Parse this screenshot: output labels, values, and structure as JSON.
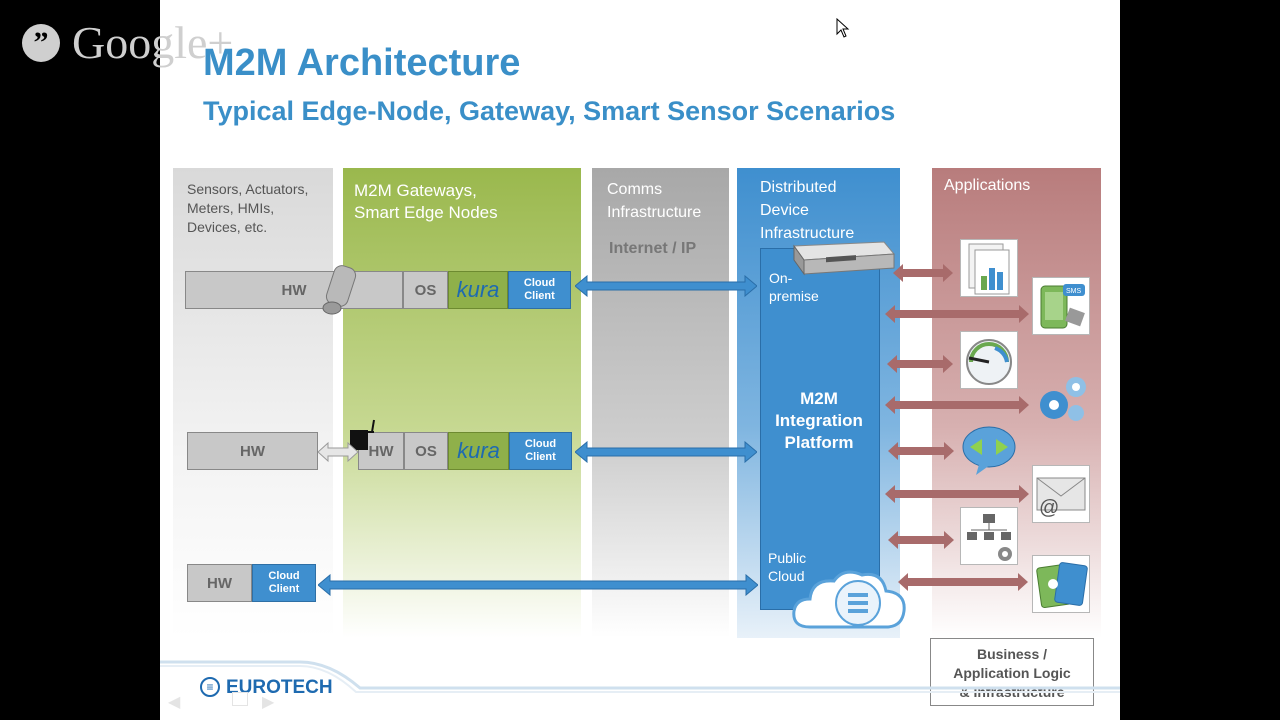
{
  "overlay": {
    "brand_text": "Google+",
    "hangout_glyph": "”"
  },
  "slide": {
    "title": "M2M Architecture",
    "subtitle": "Typical Edge-Node, Gateway, Smart Sensor Scenarios",
    "columns": [
      {
        "label": "Sensors, Actuators,\nMeters, HMIs,\nDevices, etc."
      },
      {
        "label": "M2M Gateways,\nSmart Edge Nodes"
      },
      {
        "label": "Comms\nInfrastructure",
        "sub": "Internet / IP"
      },
      {
        "label": "Distributed\nDevice\nInfrastructure"
      },
      {
        "label": "Applications"
      }
    ],
    "row1": {
      "hw": "HW",
      "os": "OS",
      "kura": "kura",
      "cc": "Cloud\nClient"
    },
    "row2": {
      "hw": "HW",
      "hw2": "HW",
      "os": "OS",
      "kura": "kura",
      "cc": "Cloud\nClient"
    },
    "row3": {
      "hw": "HW",
      "cc": "Cloud\nClient"
    },
    "platform": {
      "on_premise": "On-\npremise",
      "title": "M2M\nIntegration\nPlatform",
      "public_cloud": "Public\nCloud"
    },
    "business_box": "Business /\nApplication  Logic\n& Infrastructure",
    "logo": "EUROTECH",
    "colors": {
      "accent": "#3a8fc8",
      "green": "#9ab84d",
      "grey": "#a8a8a8",
      "blue": "#3f8fcf",
      "rose": "#b87c7c"
    }
  }
}
